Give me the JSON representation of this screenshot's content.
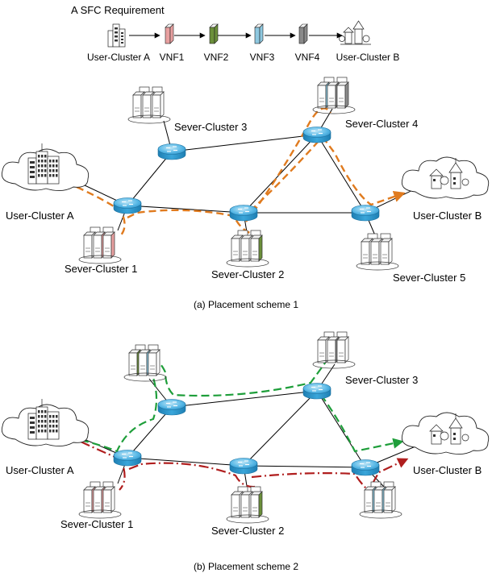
{
  "sfc": {
    "title": "A SFC Requirement",
    "chain": [
      "User-Cluster A",
      "VNF1",
      "VNF2",
      "VNF3",
      "VNF4",
      "User-Cluster B"
    ]
  },
  "colors": {
    "vnf1": "#e8a0a0",
    "vnf2": "#6b8f3a",
    "vnf3": "#8ec8e0",
    "vnf4": "#8a8a8a",
    "router": "#3fa9dd",
    "path_orange": "#e07b1f",
    "path_green": "#1e9e3a",
    "path_red": "#b01e1e"
  },
  "diagram_a": {
    "caption": "(a) Placement scheme 1",
    "labels": {
      "user_a": "User-Cluster A",
      "user_b": "User-Cluster B",
      "sc1": "Sever-Cluster 1",
      "sc2": "Sever-Cluster 2",
      "sc3": "Sever-Cluster 3",
      "sc4": "Sever-Cluster 4",
      "sc5": "Sever-Cluster 5"
    }
  },
  "diagram_b": {
    "caption": "(b) Placement scheme 2",
    "labels": {
      "user_a": "User-Cluster A",
      "user_b": "User-Cluster B",
      "sc1": "Sever-Cluster 1",
      "sc2": "Sever-Cluster 2",
      "sc3": "Sever-Cluster 3"
    }
  }
}
